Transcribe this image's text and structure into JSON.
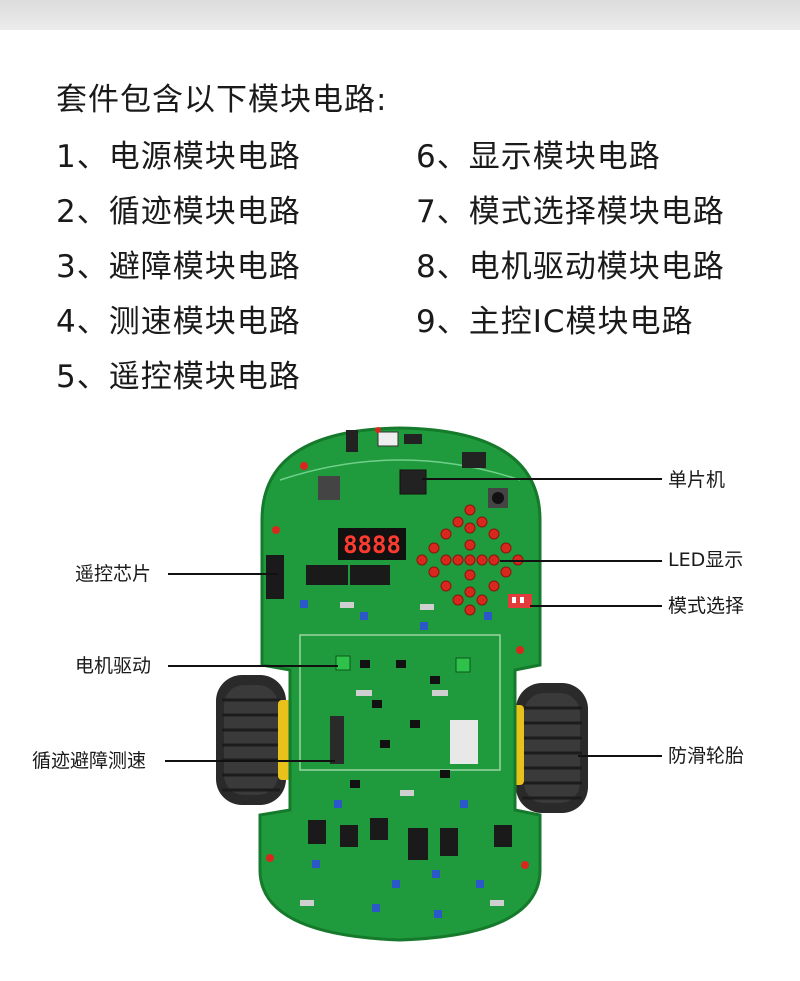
{
  "heading": "套件包含以下模块电路:",
  "modules_left": [
    "1、电源模块电路",
    "2、循迹模块电路",
    "3、避障模块电路",
    "4、测速模块电路",
    "5、遥控模块电路"
  ],
  "modules_right": [
    "6、显示模块电路",
    "7、模式选择模块电路",
    "8、电机驱动模块电路",
    "9、主控IC模块电路"
  ],
  "callouts": {
    "mcu": "单片机",
    "led": "LED显示",
    "mode": "模式选择",
    "tires": "防滑轮胎",
    "remote_chip": "遥控芯片",
    "motor_drive": "电机驱动",
    "sensors": "循迹避障测速"
  },
  "seven_segment": "8888",
  "colors": {
    "pcb": "#1f9a3c",
    "pcb_dark": "#157a2c",
    "tire": "#2a2a2a",
    "hub": "#e8c21a",
    "led": "#d8281e"
  }
}
